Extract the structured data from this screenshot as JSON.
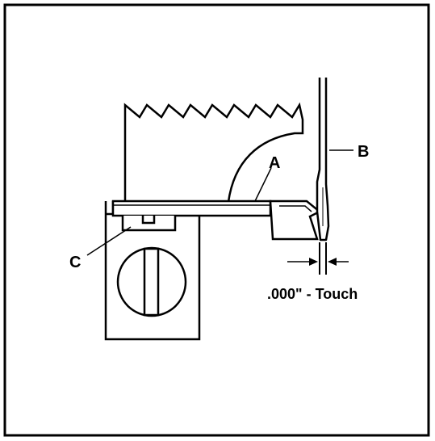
{
  "labels": {
    "a": "A",
    "b": "B",
    "c": "C"
  },
  "caption": ".000\" - Touch",
  "colors": {
    "ink": "#000000",
    "paper": "#ffffff"
  }
}
